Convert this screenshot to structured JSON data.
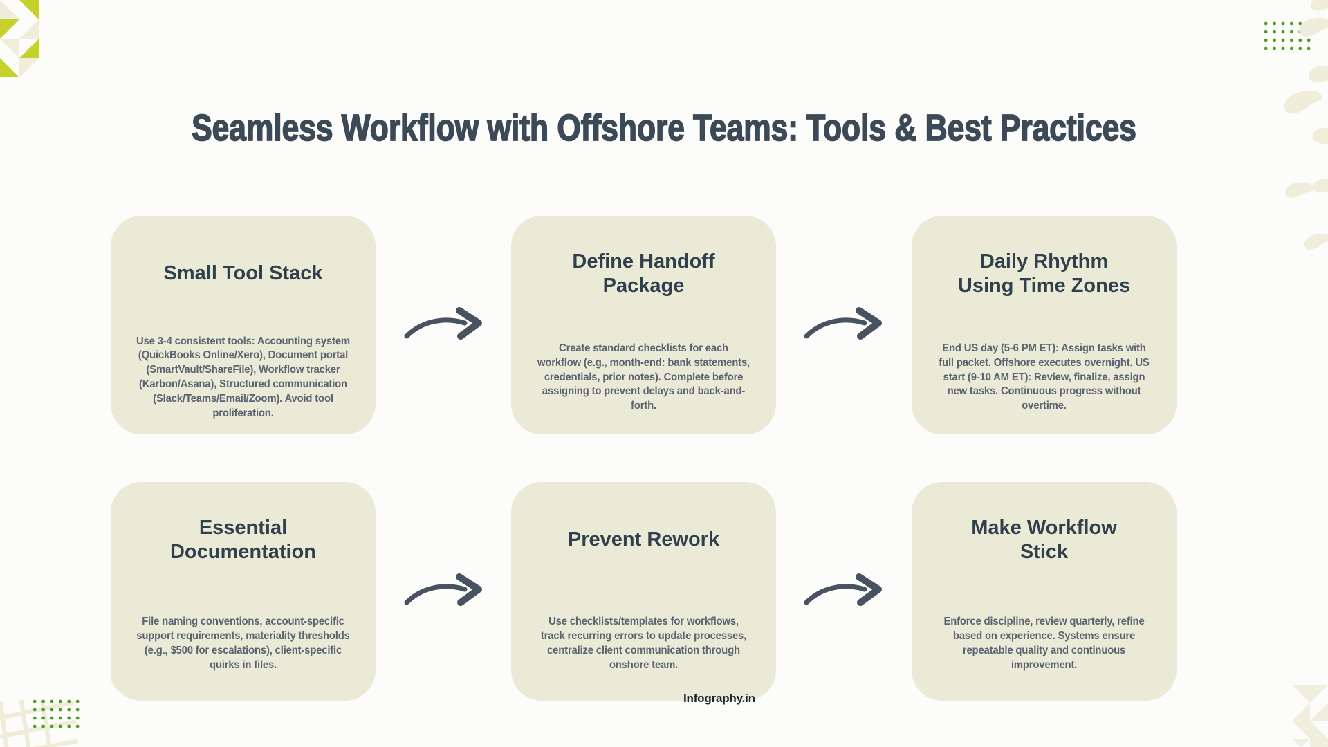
{
  "page": {
    "title": "Seamless Workflow with Offshore Teams: Tools & Best Practices",
    "watermark": "Infography.in"
  },
  "cards": [
    {
      "title": "Small Tool Stack",
      "body": "Use 3-4 consistent tools: Accounting system (QuickBooks Online/Xero), Document portal (SmartVault/ShareFile), Workflow tracker (Karbon/Asana), Structured communication (Slack/Teams/Email/Zoom). Avoid tool proliferation."
    },
    {
      "title": "Define Handoff\nPackage",
      "body": "Create standard checklists for each workflow (e.g., month-end: bank statements, credentials, prior notes). Complete before assigning to prevent delays and back-and-forth."
    },
    {
      "title": "Daily Rhythm\nUsing Time Zones",
      "body": "End US day (5-6 PM ET): Assign tasks with full packet. Offshore executes overnight. US start (9-10 AM ET): Review, finalize, assign new tasks. Continuous progress without overtime."
    },
    {
      "title": "Essential\nDocumentation",
      "body": "File naming conventions, account-specific support requirements, materiality thresholds (e.g., $500 for escalations), client-specific quirks in files."
    },
    {
      "title": "Prevent Rework",
      "body": "Use checklists/templates for workflows, track recurring errors to update processes, centralize client communication through onshore team."
    },
    {
      "title": "Make Workflow\nStick",
      "body": "Enforce discipline, review quarterly, refine based on experience. Systems ensure repeatable quality and continuous improvement."
    }
  ],
  "colors": {
    "background": "#fcfcfa",
    "card_background": "#ebead7",
    "heading_text": "#3c4956",
    "card_title_text": "#30414d",
    "card_body_text": "#5a6370",
    "arrow": "#495260",
    "chartreuse_accent": "#c4d22b",
    "cream_accent": "#f0eedb",
    "dot_green": "#4e9b21",
    "watermark_text": "#1c242e"
  },
  "icons": {
    "arrow": "curved-right-arrow",
    "decorations": [
      "triangle-pinwheel-top-left",
      "dot-grid-top-right",
      "cream-blobs-right-edge",
      "sketch-grid-bottom-left",
      "dot-grid-bottom-left",
      "dome-bottom-left",
      "triangle-pinwheel-bottom-right"
    ]
  }
}
